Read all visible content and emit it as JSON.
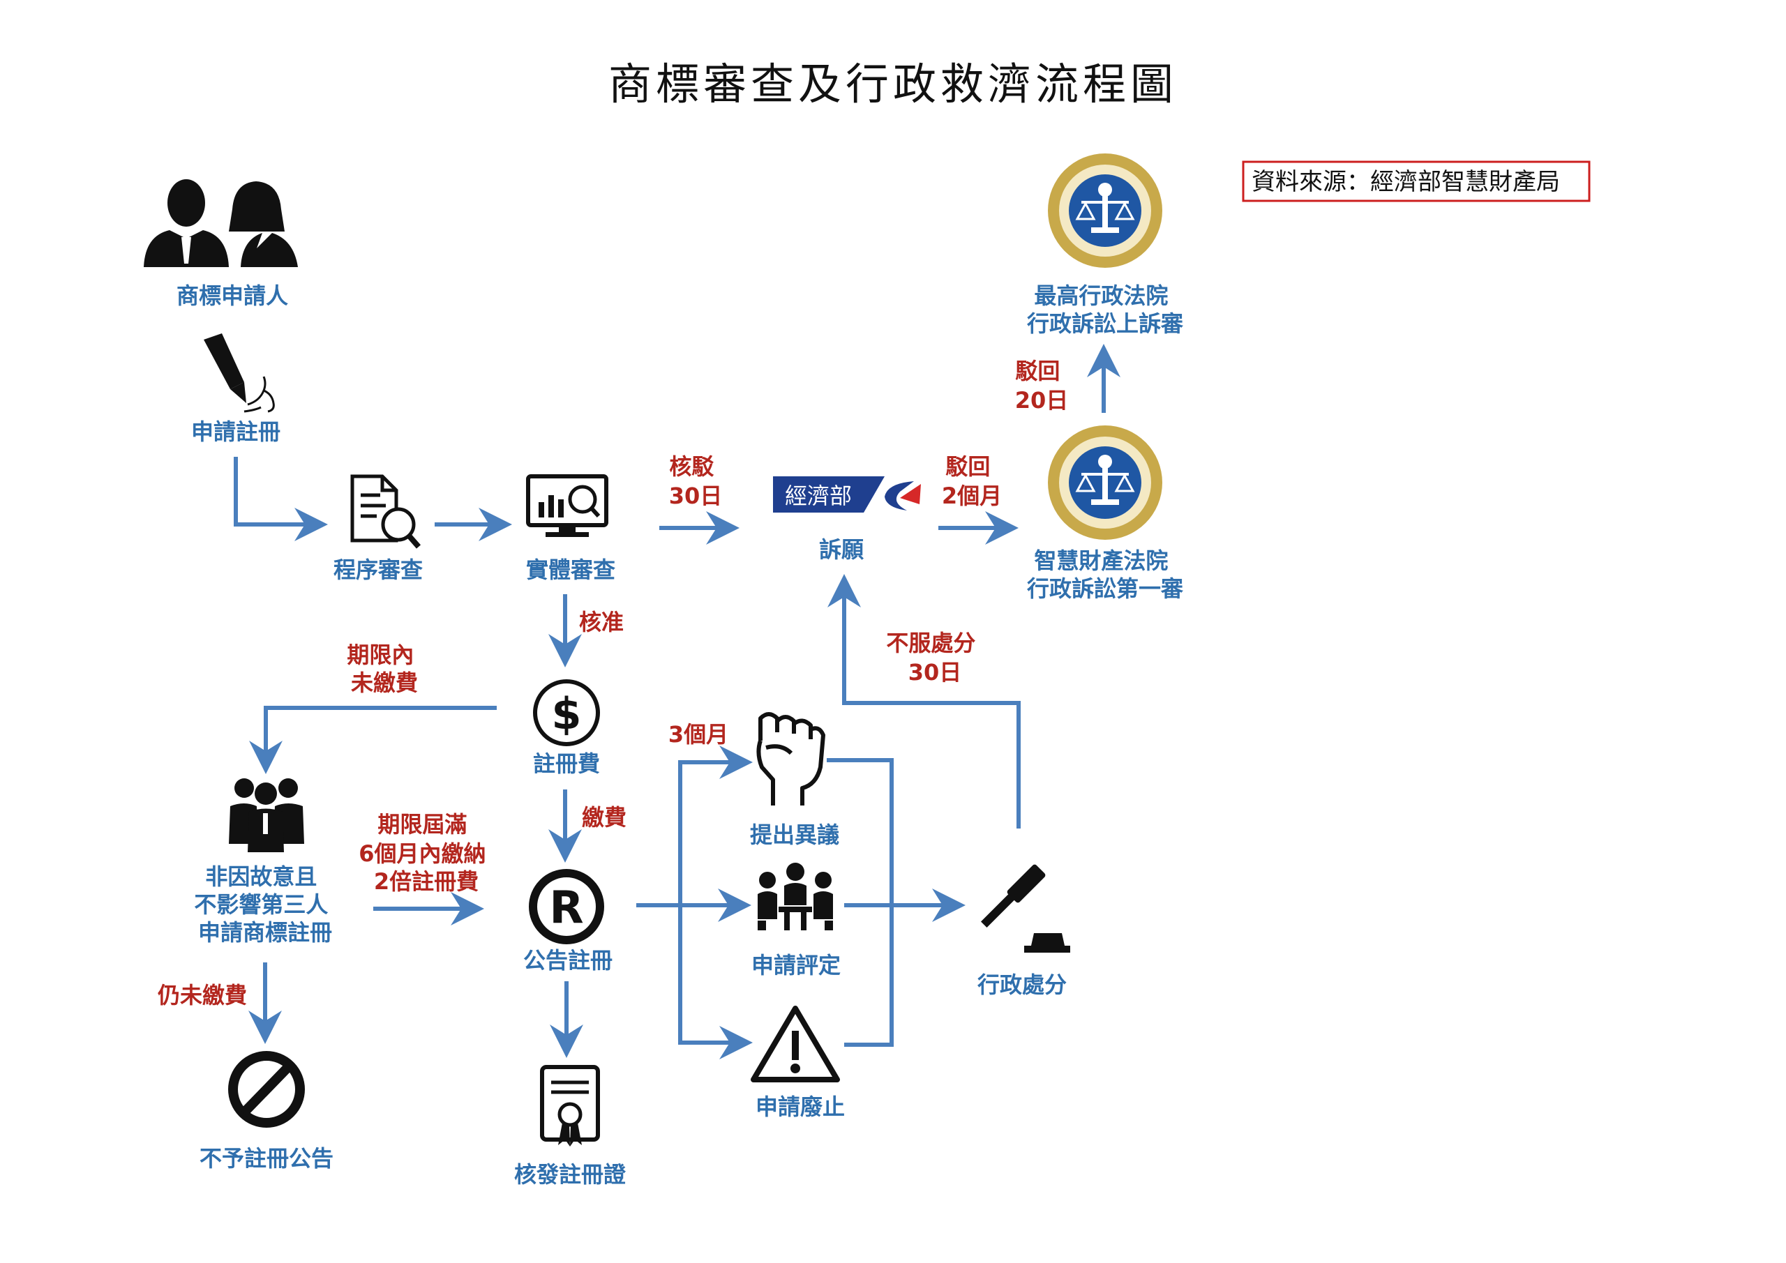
{
  "title": "商標審查及行政救濟流程圖",
  "source": "資料來源：經濟部智慧財產局",
  "colors": {
    "arrow": "#4a7fbd",
    "node_text": "#2f6fad",
    "edge_text": "#b3261e",
    "icon": "#111111",
    "seal_blue": "#1f57a4",
    "seal_gold": "#c8a94a",
    "source_border": "#cc1f1f"
  },
  "nodes": {
    "applicant": {
      "label": "商標申請人",
      "icon": "man-woman-icon"
    },
    "apply": {
      "label": "申請註冊",
      "icon": "fountain-pen-icon"
    },
    "formality": {
      "label": "程序審查",
      "icon": "document-search-icon"
    },
    "substantive": {
      "label": "實體審查",
      "icon": "monitor-chart-icon"
    },
    "appeal": {
      "label": "訴願",
      "logo_text": "經濟部",
      "icon": "moea-logo-icon"
    },
    "ip_court": {
      "lines": [
        "智慧財產法院",
        "行政訴訟第一審"
      ],
      "icon": "court-seal-icon"
    },
    "supreme": {
      "lines": [
        "最高行政法院",
        "行政訴訟上訴審"
      ],
      "icon": "court-seal-icon"
    },
    "fee": {
      "label": "註冊費",
      "icon": "dollar-icon"
    },
    "unintentional": {
      "lines": [
        "非因故意且",
        "不影響第三人",
        "申請商標註冊"
      ],
      "icon": "group-people-icon"
    },
    "refuse": {
      "label": "不予註冊公告",
      "icon": "prohibited-icon"
    },
    "publish": {
      "label": "公告註冊",
      "icon": "registered-icon"
    },
    "certificate": {
      "label": "核發註冊證",
      "icon": "certificate-icon"
    },
    "opposition": {
      "label": "提出異議",
      "icon": "raised-fist-icon"
    },
    "invalidation": {
      "label": "申請評定",
      "icon": "meeting-people-icon"
    },
    "revocation": {
      "label": "申請廢止",
      "icon": "warning-icon"
    },
    "admin": {
      "label": "行政處分",
      "icon": "gavel-icon"
    }
  },
  "edges": {
    "rejected": [
      "核駁",
      "30日"
    ],
    "appeal_rejected": [
      "駁回",
      "2個月"
    ],
    "court_rejected": [
      "駁回",
      "20日"
    ],
    "approved": "核准",
    "not_paid": [
      "期限內",
      "未繳費"
    ],
    "pay": "繳費",
    "late_pay": [
      "期限屆滿",
      "6個月內繳納",
      "2倍註冊費"
    ],
    "still_not_paid": "仍未繳費",
    "three_months": "3個月",
    "object": [
      "不服處分",
      "30日"
    ]
  }
}
